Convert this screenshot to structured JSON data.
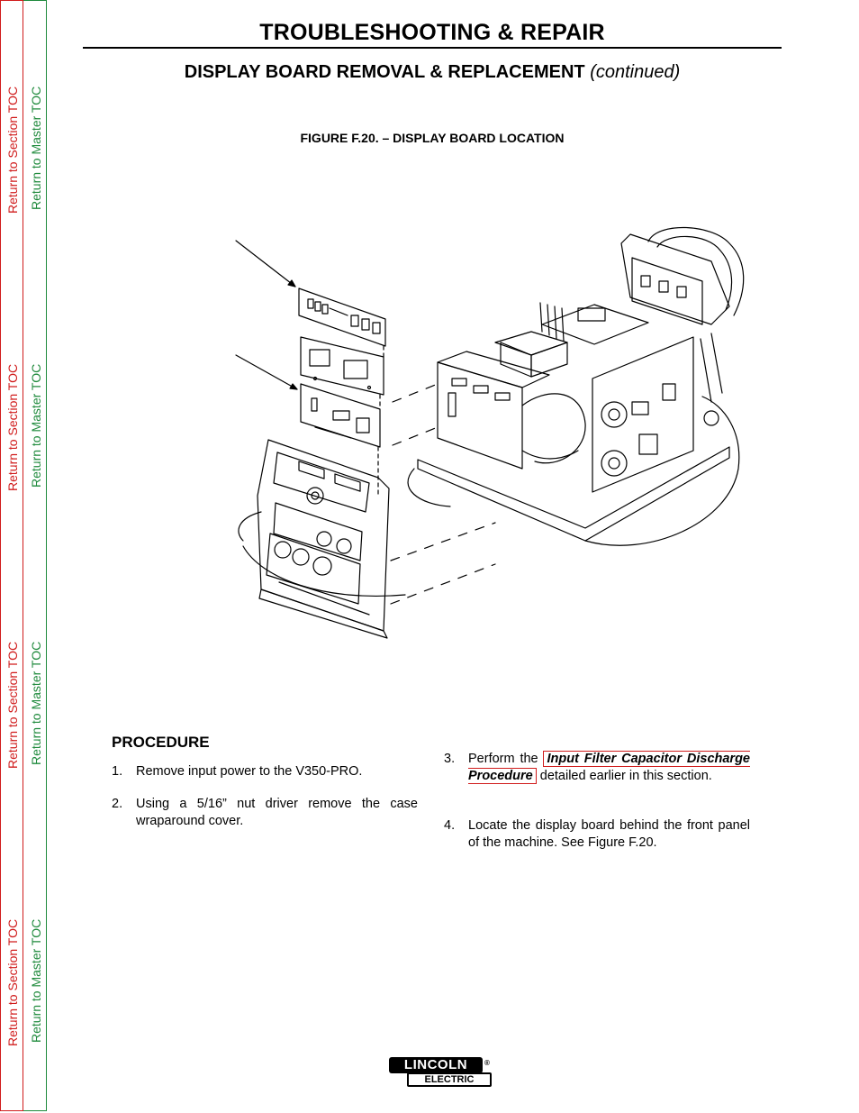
{
  "toc": {
    "section_label": "Return to Section TOC",
    "master_label": "Return to Master TOC"
  },
  "header": {
    "title": "TROUBLESHOOTING & REPAIR",
    "section_title": "DISPLAY BOARD REMOVAL & REPLACEMENT",
    "section_suffix": "(continued)"
  },
  "figure": {
    "caption": "FIGURE F.20. – DISPLAY BOARD LOCATION"
  },
  "procedure": {
    "heading": "PROCEDURE",
    "steps": [
      {
        "num": "1.",
        "text": "Remove input power to the V350-PRO."
      },
      {
        "num": "2.",
        "text": "Using a 5/16” nut driver remove the case wraparound cover."
      },
      {
        "num": "3.",
        "pre": "Perform the ",
        "link": "Input Filter Capacitor Discharge Procedure",
        "post": " detailed earlier in this section."
      },
      {
        "num": "4.",
        "text": "Locate the display board behind the front panel of the machine.  See Figure F.20."
      }
    ]
  },
  "logo": {
    "top": "LINCOLN",
    "bottom": "ELECTRIC",
    "reg": "®"
  }
}
